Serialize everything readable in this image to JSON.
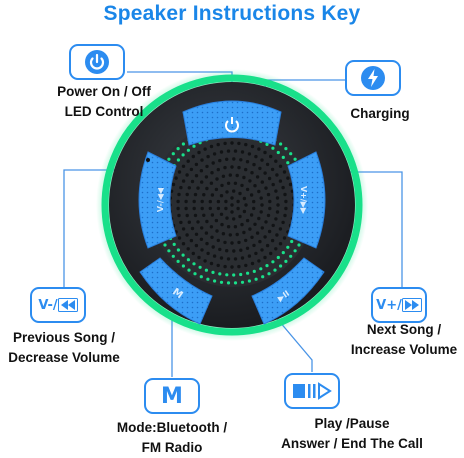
{
  "title": "Speaker Instructions Key",
  "labels": {
    "power_line1": "Power On / Off",
    "power_line2": "LED Control",
    "charging": "Charging",
    "prev_line1": "Previous Song /",
    "prev_line2": "Decrease Volume",
    "next_line1": "Next Song /",
    "next_line2": "Increase Volume",
    "mode_line1": "Mode:Bluetooth /",
    "mode_line2": "FM Radio",
    "play_line1": "Play /Pause",
    "play_line2": "Answer / End The Call"
  },
  "icons": {
    "prev_key": "V-/",
    "next_key": "V+/",
    "mode_key": "M"
  },
  "colors": {
    "accent": "#2c8cf0",
    "title": "#1a86e8",
    "button_blue": "#3a8ee8",
    "led_green": "#19e08a",
    "body_dark": "#1f2226"
  }
}
